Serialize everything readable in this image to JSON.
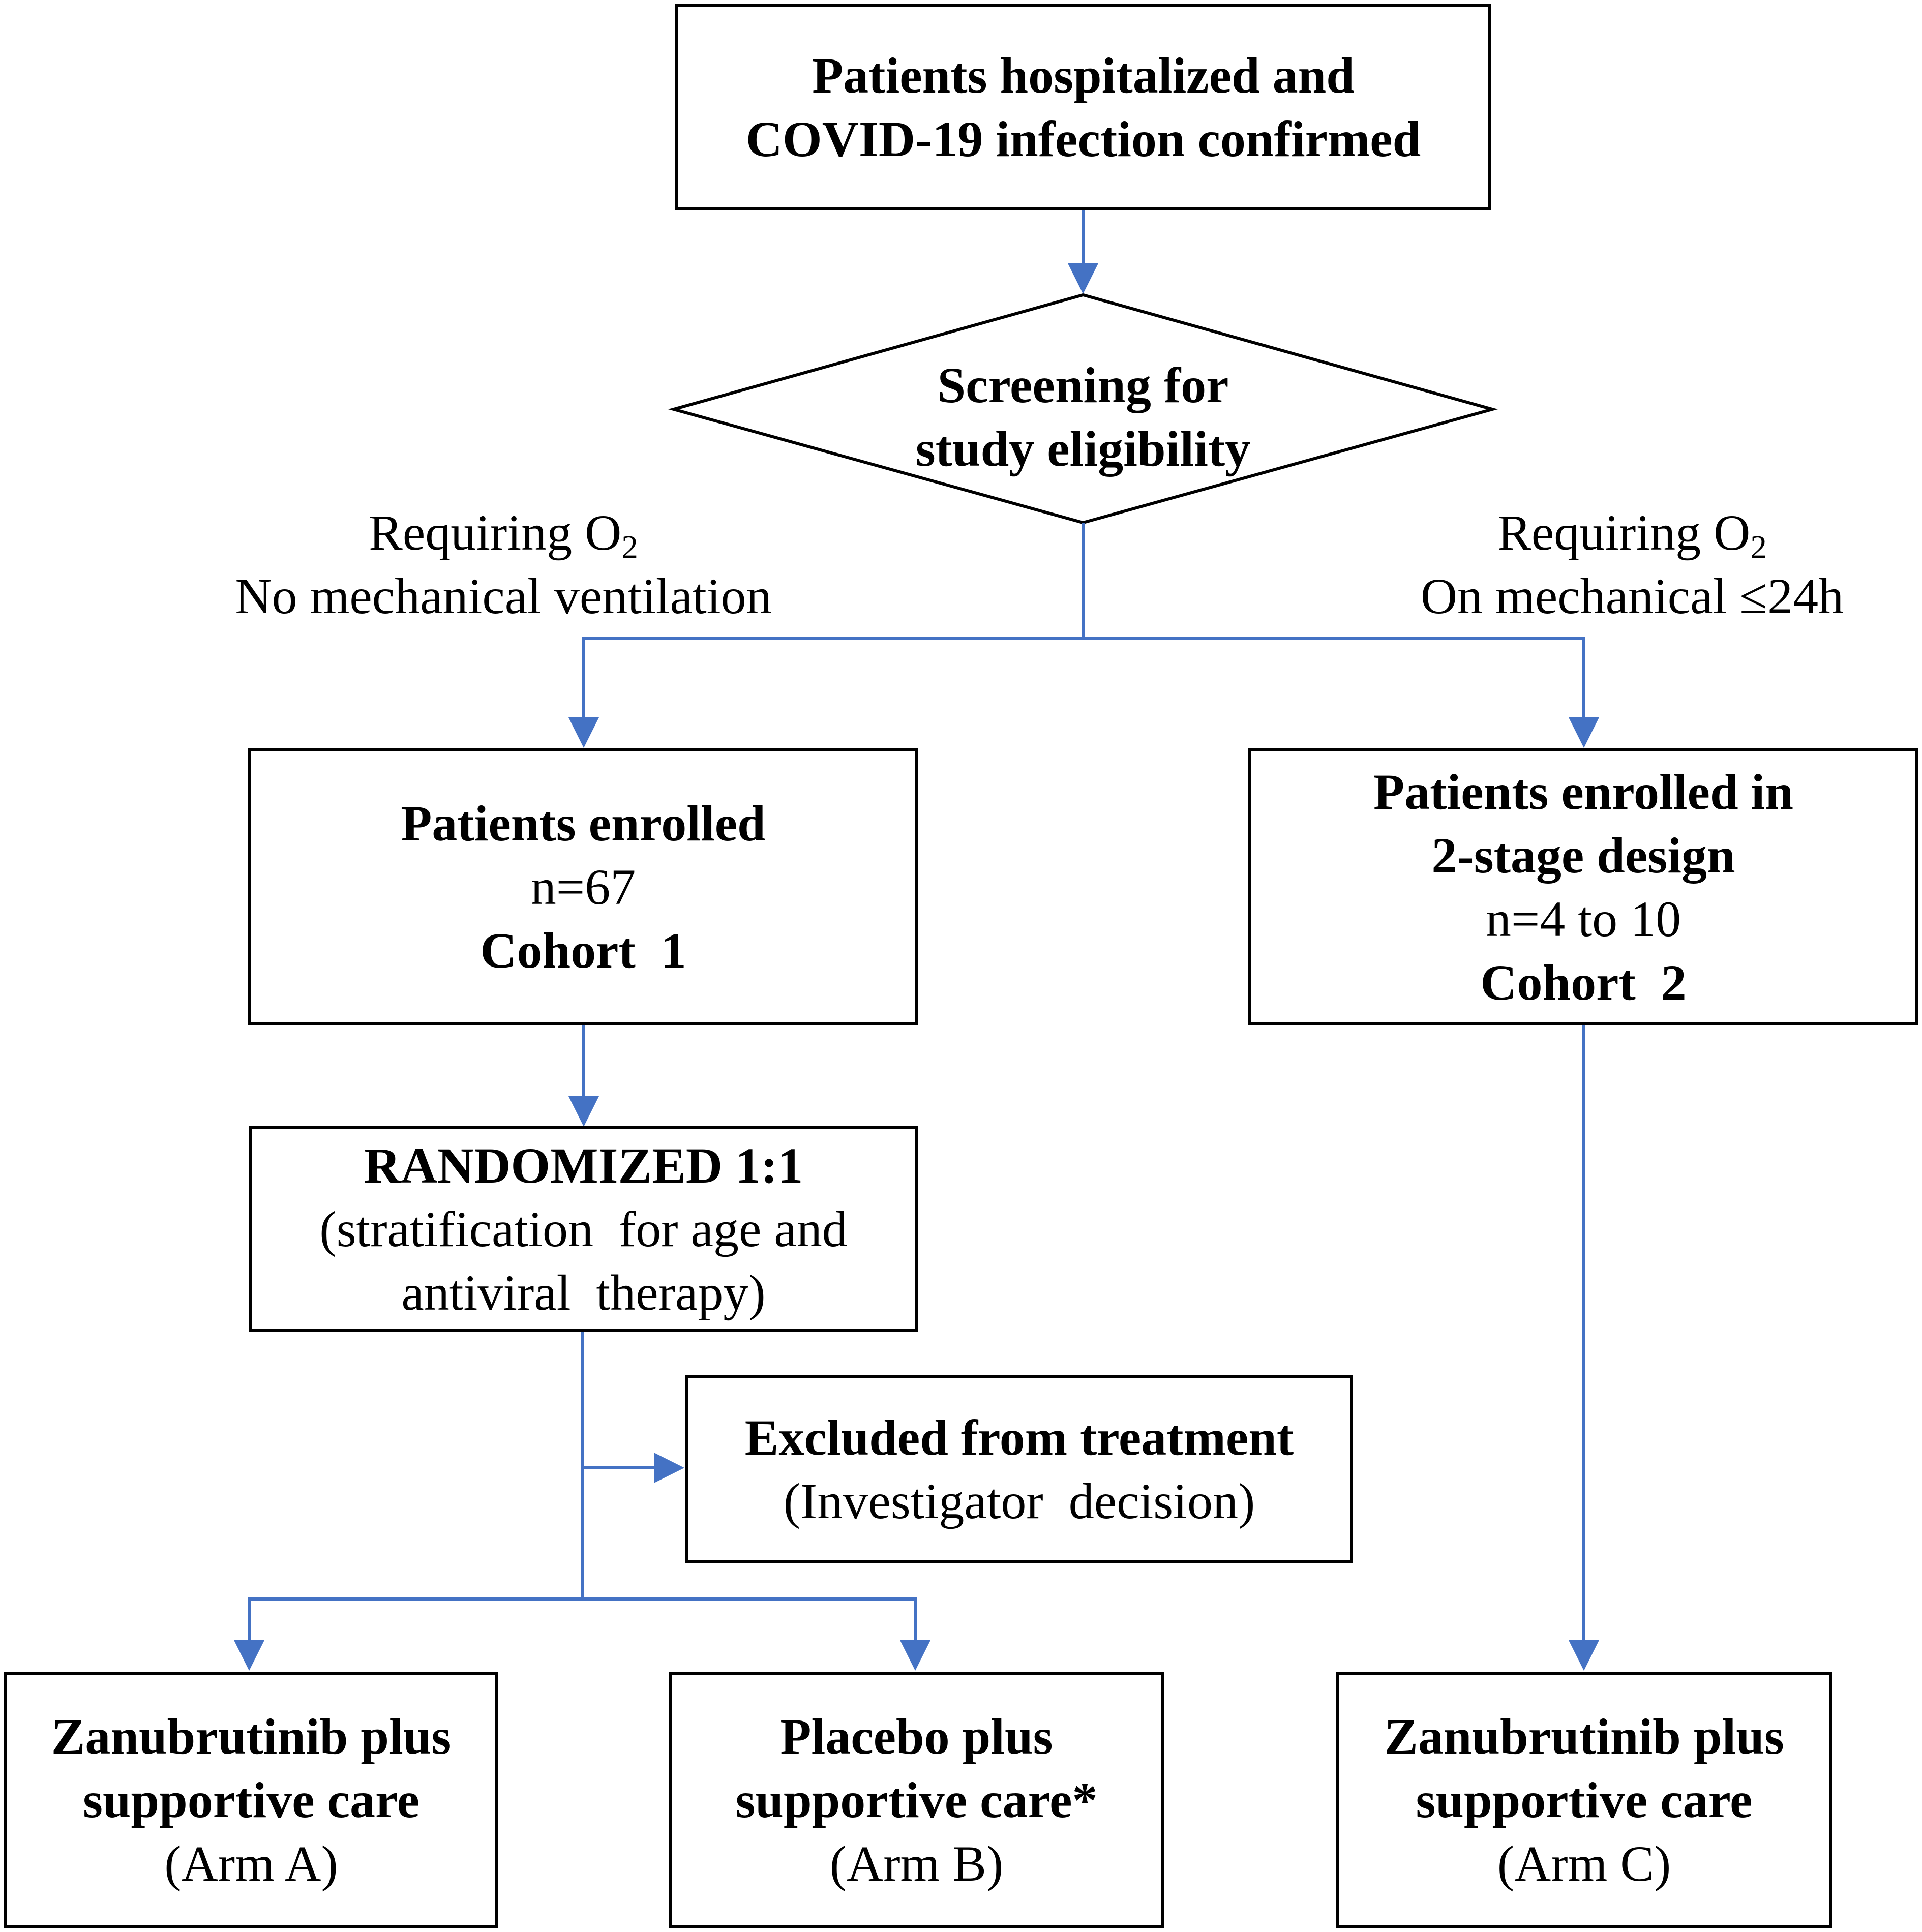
{
  "top_box": {
    "line1": "Patients hospitalized and",
    "line2": "COVID-19 infection confirmed"
  },
  "screening": {
    "line1": "Screening for",
    "line2": "study eligibility"
  },
  "branch_left": {
    "line1_prefix": "Requiring O",
    "line1_sub": "2",
    "line2": "No mechanical ventilation"
  },
  "branch_right": {
    "line1_prefix": "Requiring O",
    "line1_sub": "2",
    "line2": "On mechanical ≤24h"
  },
  "cohort1": {
    "line1": "Patients enrolled",
    "line2": "n=67",
    "line3": "Cohort  1"
  },
  "cohort2": {
    "line1": "Patients enrolled in",
    "line2": "2-stage design",
    "line3": "n=4 to 10",
    "line4": "Cohort  2"
  },
  "randomized": {
    "line1": "RANDOMIZED 1:1",
    "line2": "(stratification  for age and",
    "line3": "antiviral  therapy)"
  },
  "excluded": {
    "line1": "Excluded from treatment",
    "line2": "(Investigator  decision)"
  },
  "arm_a": {
    "line1": "Zanubrutinib plus",
    "line2": "supportive care",
    "line3": "(Arm A)"
  },
  "arm_b": {
    "line1": "Placebo plus",
    "line2": "supportive care*",
    "line3": "(Arm B)"
  },
  "arm_c": {
    "line1": "Zanubrutinib plus",
    "line2": "supportive care",
    "line3": "(Arm C)"
  },
  "colors": {
    "connector": "#4472C4",
    "border": "#000000"
  }
}
